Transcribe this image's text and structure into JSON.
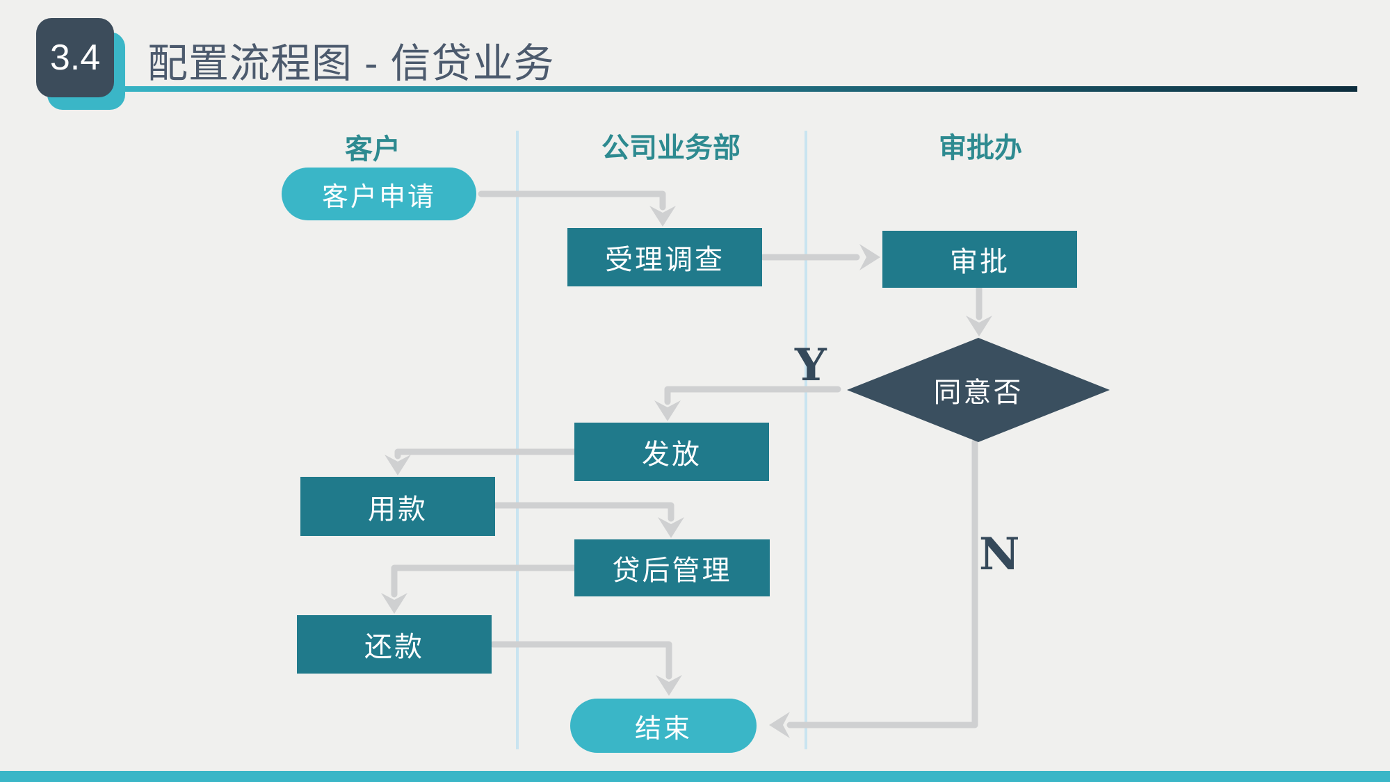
{
  "slide": {
    "badge": "3.4",
    "title": "配置流程图 - 信贷业务"
  },
  "lanes": [
    {
      "label": "客户"
    },
    {
      "label": "公司业务部"
    },
    {
      "label": "审批办"
    }
  ],
  "nodes": {
    "start": "客户申请",
    "investigate": "受理调查",
    "approve": "审批",
    "decision": "同意否",
    "issue": "发放",
    "use_funds": "用款",
    "post_loan": "贷后管理",
    "repay": "还款",
    "end": "结束"
  },
  "edge_labels": {
    "yes": "Y",
    "no": "N"
  },
  "colors": {
    "background": "#f0f0ee",
    "accent_teal": "#3ab6c7",
    "process_box": "#207a8b",
    "decision_diamond": "#3a4f5f",
    "badge_dark": "#3c4c5b",
    "title_text": "#4c5a6d",
    "lane_label_text": "#2d8a90",
    "connector_gray": "#cfd0d1",
    "lane_divider": "#c9e4f0"
  }
}
